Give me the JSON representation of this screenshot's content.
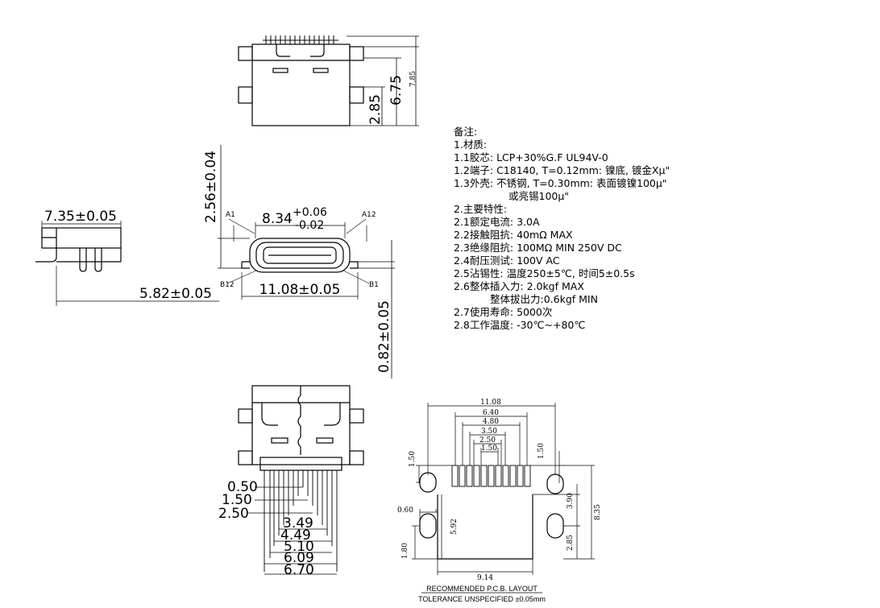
{
  "notes": {
    "heading": "备注:",
    "lines": [
      "1.材质:",
      "1.1胶芯: LCP+30%G.F  UL94V-0",
      "1.2端子: C18140, T=0.12mm: 镍底, 镀金Xμ\"",
      "1.3外壳: 不锈钢, T=0.30mm: 表面镀镍100μ\"",
      "或亮锡100μ\"",
      "2.主要特性:",
      "2.1额定电流: 3.0A",
      "2.2接触阻抗: 40mΩ  MAX",
      "2.3绝缘阻抗: 100MΩ  MIN  250V  DC",
      "2.4耐压测试: 100V  AC",
      "2.5沾锡性: 温度250±5℃, 时间5±0.5s",
      "2.6整体插入力: 2.0kgf  MAX",
      "整体拔出力:0.6kgf  MIN",
      "2.7使用寿命: 5000次",
      "2.8工作温度: -30℃~+80℃"
    ]
  },
  "top_view": {
    "dim_total": "7.85",
    "dim_a": "6.75",
    "dim_b": "2.85"
  },
  "front_view": {
    "dim_height": "2.56±0.04",
    "dim_inner": "8.34",
    "tol_plus": "+0.06",
    "tol_minus": "-0.02",
    "dim_width": "11.08±0.05",
    "dim_bottom": "0.82±0.05",
    "pin_a1": "A1",
    "pin_a12": "A12",
    "pin_b12": "B12",
    "pin_b1": "B1"
  },
  "side_view": {
    "dim_top": "7.35±0.05",
    "dim_bottom": "5.82±0.05"
  },
  "bottom_view": {
    "dims": [
      "0.50",
      "1.50",
      "2.50",
      "3.49",
      "4.49",
      "5.10",
      "6.09",
      "6.70"
    ]
  },
  "pcb": {
    "dims_top": [
      "11.08",
      "6.40",
      "4.80",
      "3.50",
      "2.50",
      "1.50"
    ],
    "dim_left_top": "1.50",
    "dim_right_top": "1.50",
    "dim_hole": "0.60",
    "dim_left_mid": "5.92",
    "dim_left_bot": "1.80",
    "dim_right_a": "3.90",
    "dim_right_b": "8.35",
    "dim_right_c": "2.85",
    "dim_bottom": "9.14",
    "title": "RECOMMENDED  P.C.B.  LAYOUT",
    "tolerance": "TOLERANCE  UNSPECIFIED  ±0.05mm"
  }
}
